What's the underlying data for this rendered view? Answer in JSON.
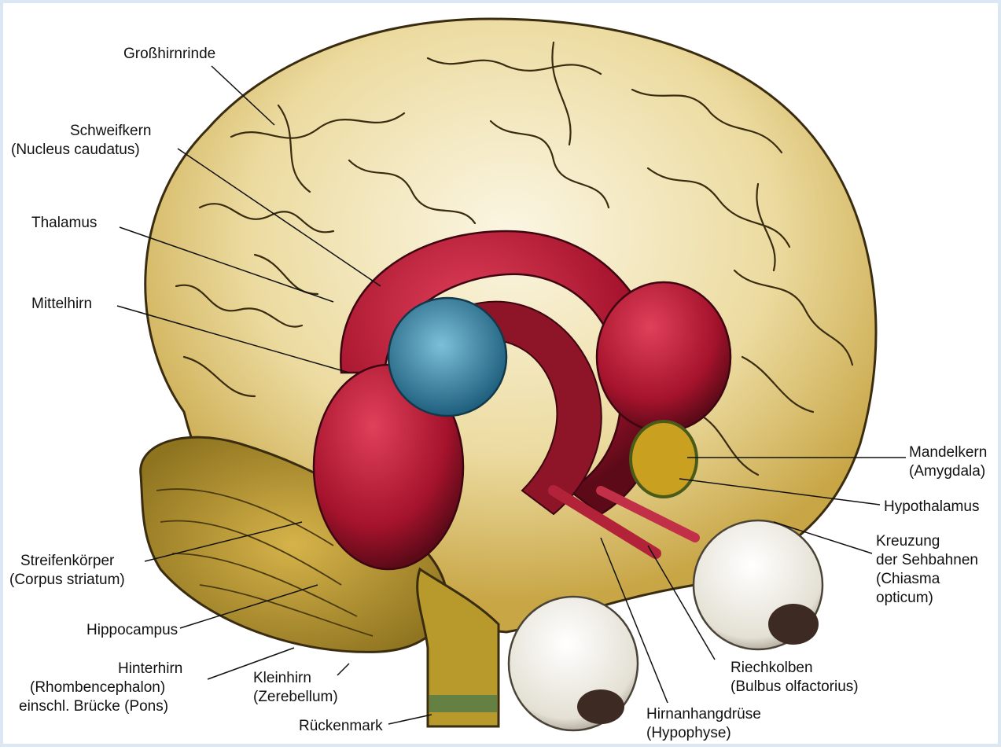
{
  "labels": {
    "grosshirnrinde": [
      "Großhirnrinde"
    ],
    "schweifkern": [
      "Schweifkern",
      "(Nucleus caudatus)"
    ],
    "thalamus": [
      "Thalamus"
    ],
    "mittelhirn": [
      "Mittelhirn"
    ],
    "streifenkoerper": [
      "Streifenkörper",
      "(Corpus striatum)"
    ],
    "hippocampus": [
      "Hippocampus"
    ],
    "hinterhirn": [
      "Hinterhirn",
      "(Rhombencephalon)",
      "einschl. Brücke (Pons)"
    ],
    "kleinhirn": [
      "Kleinhirn",
      "(Zerebellum)"
    ],
    "rueckenmark": [
      "Rückenmark"
    ],
    "hirnanhangdruese": [
      "Hirnanhangdrüse",
      "(Hypophyse)"
    ],
    "riechkolben": [
      "Riechkolben",
      "(Bulbus olfactorius)"
    ],
    "mandelkern": [
      "Mandelkern",
      "(Amygdala)"
    ],
    "hypothalamus": [
      "Hypothalamus"
    ],
    "chiasma": [
      "Kreuzung",
      "der Sehbahnen",
      "(Chiasma",
      "opticum)"
    ]
  },
  "colors": {
    "cortex": "#e8d48a",
    "cortex_dark": "#c9a93e",
    "limbic_red": "#b0182e",
    "thalamus_blue": "#2f86a8",
    "amygdala_yellow": "#c9a020",
    "eye": "#f1efe8"
  }
}
